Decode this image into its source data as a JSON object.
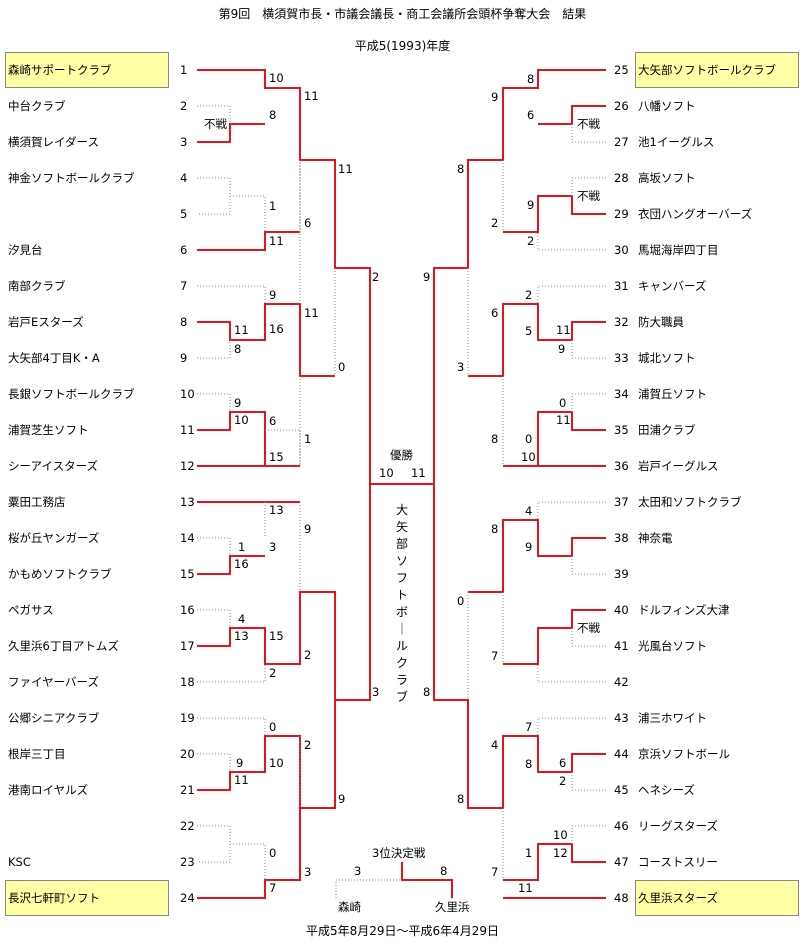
{
  "title": "第9回　横須賀市長・市議会議長・商工会議所会頭杯争奪大会　結果",
  "subtitle": "平成5(1993)年度",
  "dates": "平成5年8月29日〜平成6年4月29日",
  "teams_left": [
    {
      "no": "1",
      "name": "森崎サポートクラブ",
      "highlight": true
    },
    {
      "no": "2",
      "name": "中台クラブ"
    },
    {
      "no": "3",
      "name": "横須賀レイダース"
    },
    {
      "no": "4",
      "name": "神金ソフトボールクラブ"
    },
    {
      "no": "5",
      "name": ""
    },
    {
      "no": "6",
      "name": "汐見台"
    },
    {
      "no": "7",
      "name": "南部クラブ"
    },
    {
      "no": "8",
      "name": "岩戸Eスターズ"
    },
    {
      "no": "9",
      "name": "大矢部4丁目K・A"
    },
    {
      "no": "10",
      "name": "長銀ソフトボールクラブ"
    },
    {
      "no": "11",
      "name": "浦賀芝生ソフト"
    },
    {
      "no": "12",
      "name": "シーアイスターズ"
    },
    {
      "no": "13",
      "name": "粟田工務店"
    },
    {
      "no": "14",
      "name": "桜が丘ヤンガーズ"
    },
    {
      "no": "15",
      "name": "かもめソフトクラブ"
    },
    {
      "no": "16",
      "name": "ペガサス"
    },
    {
      "no": "17",
      "name": "久里浜6丁目アトムズ"
    },
    {
      "no": "18",
      "name": "ファイヤーバーズ"
    },
    {
      "no": "19",
      "name": "公郷シニアクラブ"
    },
    {
      "no": "20",
      "name": "根岸三丁目"
    },
    {
      "no": "21",
      "name": "港南ロイヤルズ"
    },
    {
      "no": "22",
      "name": ""
    },
    {
      "no": "23",
      "name": "KSC"
    },
    {
      "no": "24",
      "name": "長沢七軒町ソフト",
      "highlight": true
    }
  ],
  "teams_right": [
    {
      "no": "25",
      "name": "大矢部ソフトボールクラブ",
      "highlight": true
    },
    {
      "no": "26",
      "name": "八幡ソフト"
    },
    {
      "no": "27",
      "name": "池1イーグルス"
    },
    {
      "no": "28",
      "name": "高坂ソフト"
    },
    {
      "no": "29",
      "name": "衣団ハングオーバーズ"
    },
    {
      "no": "30",
      "name": "馬堀海岸四丁目"
    },
    {
      "no": "31",
      "name": "キャンバーズ"
    },
    {
      "no": "32",
      "name": "防大職員"
    },
    {
      "no": "33",
      "name": "城北ソフト"
    },
    {
      "no": "34",
      "name": "浦賀丘ソフト"
    },
    {
      "no": "35",
      "name": "田浦クラブ"
    },
    {
      "no": "36",
      "name": "岩戸イーグルス"
    },
    {
      "no": "37",
      "name": "太田和ソフトクラブ"
    },
    {
      "no": "38",
      "name": "神奈電"
    },
    {
      "no": "39",
      "name": ""
    },
    {
      "no": "40",
      "name": "ドルフィンズ大津"
    },
    {
      "no": "41",
      "name": "光風台ソフト"
    },
    {
      "no": "42",
      "name": ""
    },
    {
      "no": "43",
      "name": "浦三ホワイト"
    },
    {
      "no": "44",
      "name": "京浜ソフトボール"
    },
    {
      "no": "45",
      "name": "ヘネシーズ"
    },
    {
      "no": "46",
      "name": "リーグスターズ"
    },
    {
      "no": "47",
      "name": "コーストスリー"
    },
    {
      "no": "48",
      "name": "久里浜スターズ",
      "highlight": true
    }
  ],
  "scores": {
    "l1": "10",
    "l2": "8",
    "l3": "11",
    "l4": "1",
    "l5": "11",
    "l6": "6",
    "l7": "11",
    "l8": "9",
    "l9": "11",
    "l10": "16",
    "l11": "8",
    "l12": "11",
    "l13": "9",
    "l14": "10",
    "l15": "6",
    "l16": "15",
    "l17": "1",
    "l18": "0",
    "l19": "2",
    "l20": "13",
    "l21": "1",
    "l22": "16",
    "l23": "3",
    "l24": "9",
    "l25": "4",
    "l26": "13",
    "l27": "15",
    "l28": "2",
    "l29": "2",
    "l30": "0",
    "l31": "9",
    "l32": "11",
    "l33": "10",
    "l34": "2",
    "l35": "0",
    "l36": "7",
    "l37": "3",
    "l38": "9",
    "l39": "3",
    "r1": "8",
    "r2": "6",
    "r3": "9",
    "r4": "9",
    "r5": "2",
    "r6": "2",
    "r7": "8",
    "r8": "2",
    "r9": "5",
    "r10": "11",
    "r11": "9",
    "r12": "6",
    "r13": "0",
    "r14": "11",
    "r15": "0",
    "r16": "10",
    "r17": "8",
    "r18": "3",
    "r19": "9",
    "r20": "4",
    "r21": "9",
    "r22": "8",
    "r23": "0",
    "r24": "7",
    "r25": "7",
    "r26": "8",
    "r27": "6",
    "r28": "2",
    "r29": "4",
    "r30": "10",
    "r31": "12",
    "r32": "1",
    "r33": "11",
    "r34": "7",
    "r35": "8",
    "r36": "8",
    "final_left": "10",
    "final_right": "11",
    "third_left": "3",
    "third_right": "8"
  },
  "labels": {
    "forfeit": "不戦",
    "champion": "優勝",
    "champion_name": "大矢部ソフトボールクラブ",
    "third_place": "3位決定戦",
    "third_left_team": "森崎",
    "third_right_team": "久里浜"
  },
  "colors": {
    "winner_line": "#e8141c",
    "loser_line": "#888888",
    "highlight_bg": "#ffffa6"
  }
}
